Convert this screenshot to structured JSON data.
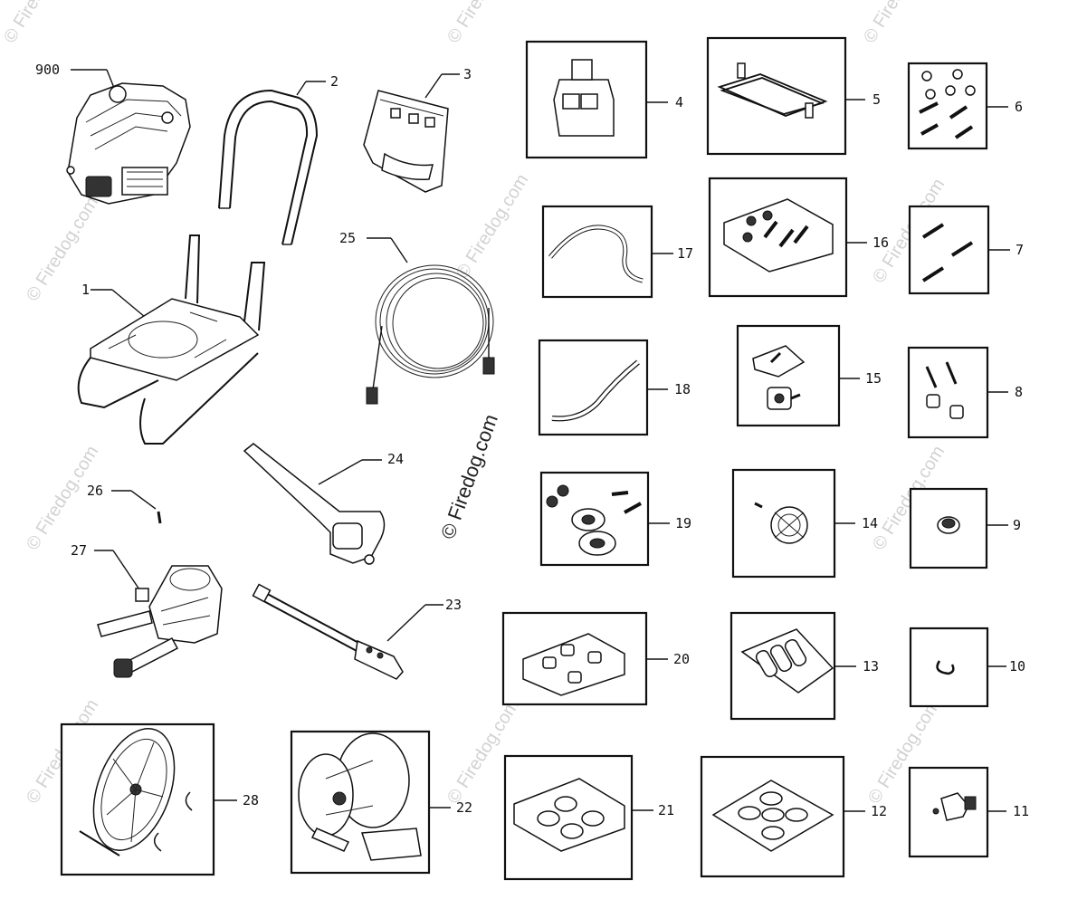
{
  "watermark": {
    "text": "© Firedog.com",
    "center_text": "© Firedog.com"
  },
  "callouts": {
    "p900": "900",
    "p1": "1",
    "p2": "2",
    "p3": "3",
    "p4": "4",
    "p5": "5",
    "p6": "6",
    "p7": "7",
    "p8": "8",
    "p9": "9",
    "p10": "10",
    "p11": "11",
    "p12": "12",
    "p13": "13",
    "p14": "14",
    "p15": "15",
    "p16": "16",
    "p17": "17",
    "p18": "18",
    "p19": "19",
    "p20": "20",
    "p21": "21",
    "p22": "22",
    "p23": "23",
    "p24": "24",
    "p25": "25",
    "p26": "26",
    "p27": "27",
    "p28": "28"
  },
  "colors": {
    "line": "#111111",
    "watermark": "#d2d2d2",
    "background": "#ffffff"
  }
}
